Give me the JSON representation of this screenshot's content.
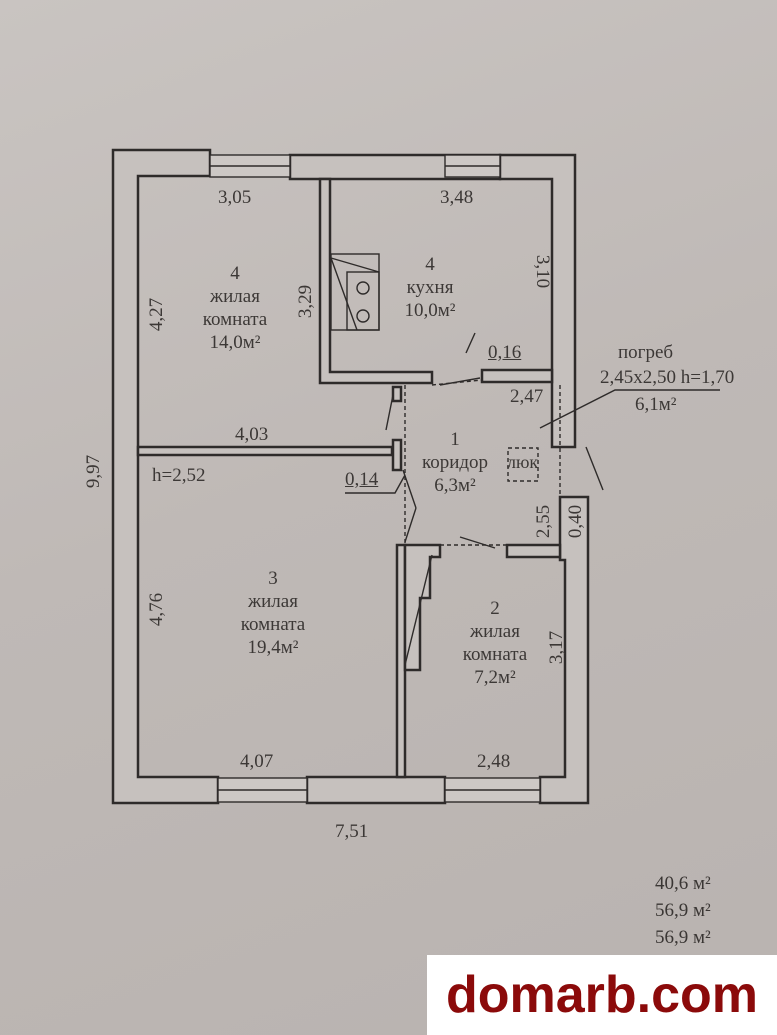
{
  "plan": {
    "overall_height": "9,97",
    "overall_width": "7,51",
    "ceiling_height": "h=2,52",
    "partition_thickness": "0,14",
    "rooms": [
      {
        "number": "4",
        "name": "жилая комната",
        "name_line1": "жилая",
        "name_line2": "комната",
        "area": "14,0м²",
        "dims": {
          "top": "3,05",
          "left": "4,27",
          "bottom": "4,03"
        }
      },
      {
        "number": "4",
        "name": "кухня",
        "area": "10,0м²",
        "dims": {
          "top": "3,48",
          "right": "3,10",
          "left": "3,29",
          "wall": "0,16"
        }
      },
      {
        "number": "1",
        "name": "коридор",
        "area": "6,3м²",
        "hatch_label": "люк",
        "dims": {
          "top": "2,47",
          "right": "2,55"
        }
      },
      {
        "number": "3",
        "name": "жилая комната",
        "name_line1": "жилая",
        "name_line2": "комната",
        "area": "19,4м²",
        "dims": {
          "left": "4,76",
          "bottom": "4,07"
        }
      },
      {
        "number": "2",
        "name": "жилая комната",
        "name_line1": "жилая",
        "name_line2": "комната",
        "area": "7,2м²",
        "dims": {
          "right": "3,17",
          "bottom": "2,48",
          "wall": "0,40"
        }
      }
    ],
    "cellar": {
      "label": "погреб",
      "dims": "2,45x2,50 h=1,70",
      "area": "6,1м²"
    }
  },
  "totals": [
    "40,6 м²",
    "56,9 м²",
    "56,9 м²"
  ],
  "watermark": {
    "text": "domarb.com",
    "color": "#8b0a0a"
  }
}
